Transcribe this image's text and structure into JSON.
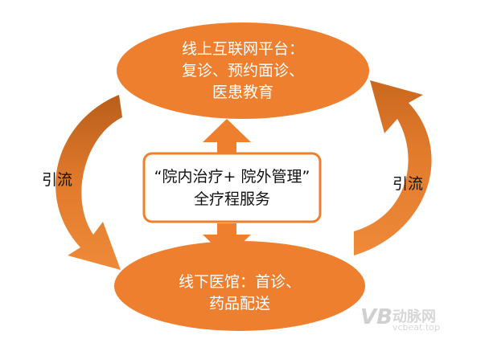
{
  "top_oval": {
    "line1": "线上互联网平台：",
    "line2": "复诊、预约面诊、",
    "line3": "医患教育"
  },
  "bottom_oval": {
    "line1": "线下医馆：首诊、",
    "line2": "药品配送"
  },
  "center_box": {
    "line1": "“院内治疗+ 院外管理”",
    "line2": "全疗程服务"
  },
  "left_arrow_label": "引流",
  "right_arrow_label": "引流",
  "watermark": {
    "logo": "VB",
    "cn": "动脉网",
    "url": "vcbeat.top"
  },
  "colors": {
    "orange": "#ee7f2e",
    "orange_dark": "#c9681f",
    "box_border": "#ee7f2e",
    "text_white": "#ffffff",
    "text_dark": "#111111"
  }
}
